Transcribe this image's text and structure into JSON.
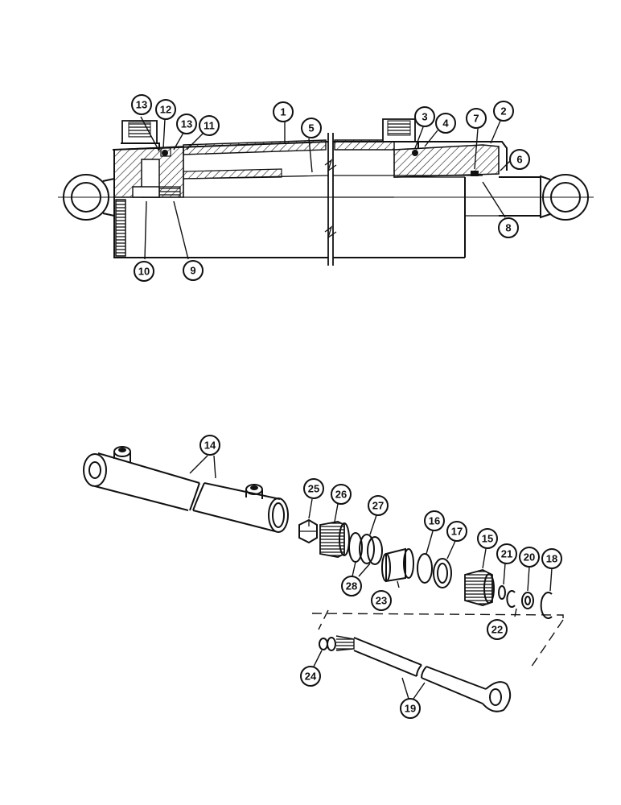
{
  "callouts": {
    "c1": "1",
    "c2": "2",
    "c3": "3",
    "c4": "4",
    "c5": "5",
    "c6": "6",
    "c7": "7",
    "c8": "8",
    "c9": "9",
    "c10": "10",
    "c11": "11",
    "c12": "12",
    "c13a": "13",
    "c13b": "13",
    "c14": "14",
    "c15": "15",
    "c16": "16",
    "c17": "17",
    "c18": "18",
    "c19": "19",
    "c20": "20",
    "c21": "21",
    "c22": "22",
    "c23": "23",
    "c24": "24",
    "c25": "25",
    "c26": "26",
    "c27": "27",
    "c28": "28"
  },
  "colors": {
    "ink": "#111111",
    "paper": "#ffffff"
  }
}
